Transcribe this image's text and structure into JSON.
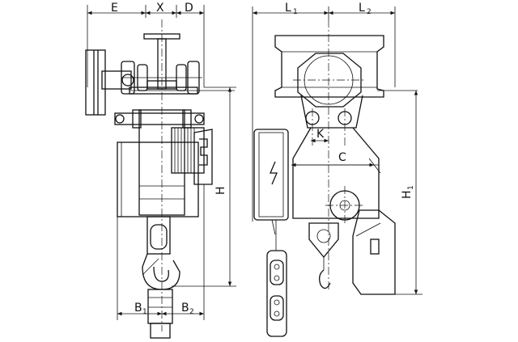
{
  "dimension_labels": {
    "E": "E",
    "X": "X",
    "D": "D",
    "H": "H",
    "B1": {
      "main": "B",
      "sub": "1"
    },
    "B2": {
      "main": "B",
      "sub": "2"
    },
    "L1": {
      "main": "L",
      "sub": "1"
    },
    "L2": {
      "main": "L",
      "sub": "2"
    },
    "K": "K",
    "C": "C",
    "H1": {
      "main": "H",
      "sub": "1"
    }
  }
}
